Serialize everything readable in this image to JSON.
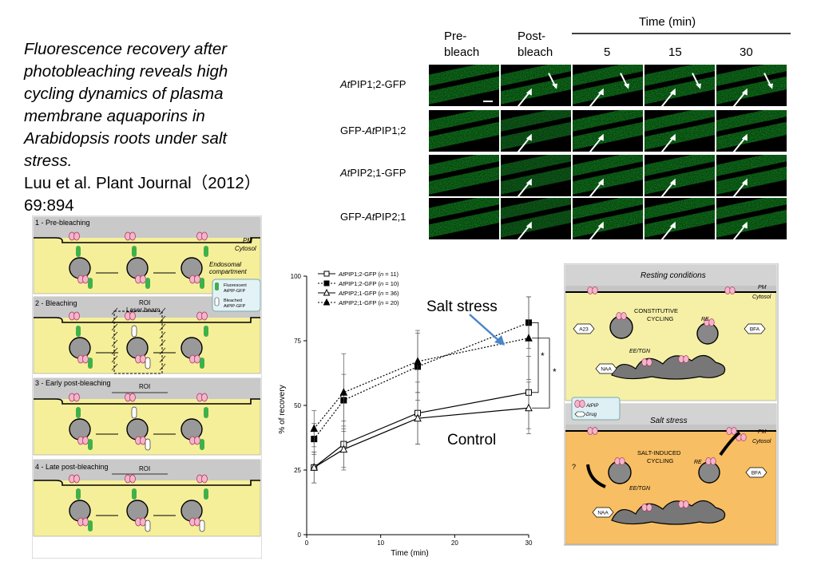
{
  "title": {
    "italic_lines": [
      "Fluorescence recovery after",
      "photobleaching reveals high",
      "cycling dynamics of plasma",
      "membrane aquaporins in",
      "Arabidopsis roots under salt",
      "stress."
    ],
    "citation": "Luu et al. Plant Journal（2012）",
    "citation2": "69:894"
  },
  "micrograph": {
    "time_header": "Time (min)",
    "columns": [
      "Pre-\nbleach",
      "Post-\nbleach",
      "5",
      "15",
      "30"
    ],
    "col_pre_line1": "Pre-",
    "col_pre_line2": "bleach",
    "col_post_line1": "Post-",
    "col_post_line2": "bleach",
    "col_5": "5",
    "col_15": "15",
    "col_30": "30",
    "rows": [
      {
        "prefix": "At",
        "name": "PIP1;2-GFP",
        "pre": "",
        "post": ""
      },
      {
        "prefix": "GFP-",
        "name": "AtPIP1;2"
      },
      {
        "prefix": "At",
        "name": "PIP2;1-GFP"
      },
      {
        "prefix": "GFP-",
        "name": "AtPIP2;1"
      }
    ],
    "row1_it": "At",
    "row1_rest": "PIP1;2-GFP",
    "row2_pre": "GFP-",
    "row2_it": "At",
    "row2_rest": "PIP1;2",
    "row3_it": "At",
    "row3_rest": "PIP2;1-GFP",
    "row4_pre": "GFP-",
    "row4_it": "At",
    "row4_rest": "PIP2;1",
    "color_green": "#1f9a3a"
  },
  "left_diagram": {
    "p1_title": "1 - Pre-bleaching",
    "p2_title": "2 - Bleaching",
    "p3_title": "3 - Early post-bleaching",
    "p4_title": "4 - Late post-bleaching",
    "pm": "PM",
    "cytosol": "Cytosol",
    "endosomal": "Endosomal",
    "compartment": "compartment",
    "legend_fluor1": "Fluorescent",
    "legend_fluor2": "AtPIP-GFP",
    "legend_bleach1": "Bleached",
    "legend_bleach2": "AtPIP-GFP",
    "roi": "ROI",
    "laser": "Laser beam",
    "color_bg": "#f6ef9a",
    "color_gray": "#c9c9c9"
  },
  "chart_data": {
    "type": "line",
    "xlabel": "Time (min)",
    "ylabel": "% of recovery",
    "xlim": [
      0,
      30
    ],
    "ylim": [
      0,
      100
    ],
    "xticks": [
      "0",
      "10",
      "20",
      "30"
    ],
    "yticks": [
      "0",
      "25",
      "50",
      "75",
      "100"
    ],
    "x": [
      1,
      5,
      15,
      30
    ],
    "series": [
      {
        "name": "AtPIP1;2-GFP (n = 11)",
        "label_it": "At",
        "label_rest": "PIP1;2-GFP (",
        "label_n": "n",
        "label_end": " = 11)",
        "values": [
          26,
          35,
          47,
          55
        ],
        "err": [
          6,
          9,
          12,
          14
        ],
        "dash": "solid",
        "marker": "open-square"
      },
      {
        "name": "AtPIP1;2-GFP (n = 10)",
        "label_it": "At",
        "label_rest": "PIP1;2-GFP (",
        "label_n": "n",
        "label_end": " = 10)",
        "values": [
          37,
          52,
          65,
          82
        ],
        "err": [
          6,
          10,
          13,
          10
        ],
        "dash": "dotted",
        "marker": "filled-square"
      },
      {
        "name": "AtPIP2;1-GFP (n = 36)",
        "label_it": "At",
        "label_rest": "PIP2;1-GFP (",
        "label_n": "n",
        "label_end": " = 36)",
        "values": [
          26,
          33,
          45,
          49
        ],
        "err": [
          6,
          8,
          10,
          10
        ],
        "dash": "solid",
        "marker": "open-triangle"
      },
      {
        "name": "AtPIP2;1-GFP (n = 20)",
        "label_it": "At",
        "label_rest": "PIP2;1-GFP (",
        "label_n": "n",
        "label_end": " = 20)",
        "values": [
          41,
          55,
          67,
          76
        ],
        "err": [
          7,
          15,
          12,
          16
        ],
        "dash": "dotted",
        "marker": "filled-triangle"
      }
    ],
    "annotations": {
      "salt": "Salt stress",
      "control": "Control",
      "star": "*"
    },
    "arrow_color": "#4a86c8"
  },
  "right_diagram": {
    "resting_title": "Resting conditions",
    "salt_title": "Salt stress",
    "pm": "PM",
    "cytosol": "Cytosol",
    "constitutive1": "CONSTITUTIVE",
    "constitutive2": "CYCLING",
    "saltinduced1": "SALT-INDUCED",
    "saltinduced2": "CYCLING",
    "re": "RE",
    "ee": "EE/TGN",
    "a23": "A23",
    "bfa": "BFA",
    "naa": "NAA",
    "q": "?",
    "legend_atpip": "AtPIP",
    "legend_drug": "Drug",
    "color_yellow": "#f5f0a6",
    "color_orange": "#f7be63",
    "color_gray": "#c5c5c5",
    "color_header": "#d3d3d3"
  }
}
